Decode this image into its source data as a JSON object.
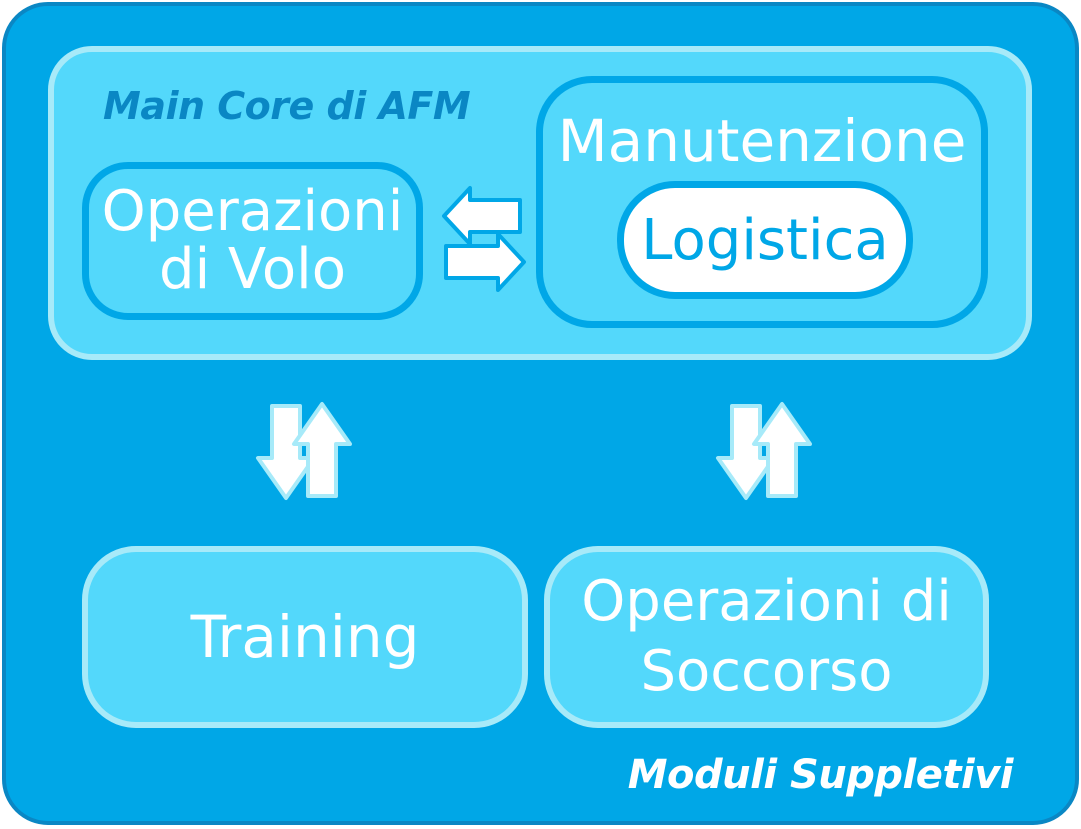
{
  "core": {
    "title": "Main Core di AFM"
  },
  "operazioni_volo": {
    "line1": "Operazioni",
    "line2": "di Volo"
  },
  "manutenzione": {
    "title": "Manutenzione"
  },
  "logistica": {
    "label": "Logistica"
  },
  "training": {
    "label": "Training"
  },
  "soccorso": {
    "line1": "Operazioni di",
    "line2": "Soccorso"
  },
  "moduli": {
    "label": "Moduli Suppletivi"
  },
  "colors": {
    "outer_bg": "#00a7e7",
    "outer_border": "#0a87c4",
    "core_bg": "#53d8fb",
    "core_border": "#a7eaf9",
    "text_white": "#ffffff",
    "logistica_bg": "#ffffff"
  },
  "icons": {
    "horizontal_exchange": "left-right-exchange-arrows-icon",
    "vertical_exchange": "up-down-exchange-arrows-icon"
  }
}
